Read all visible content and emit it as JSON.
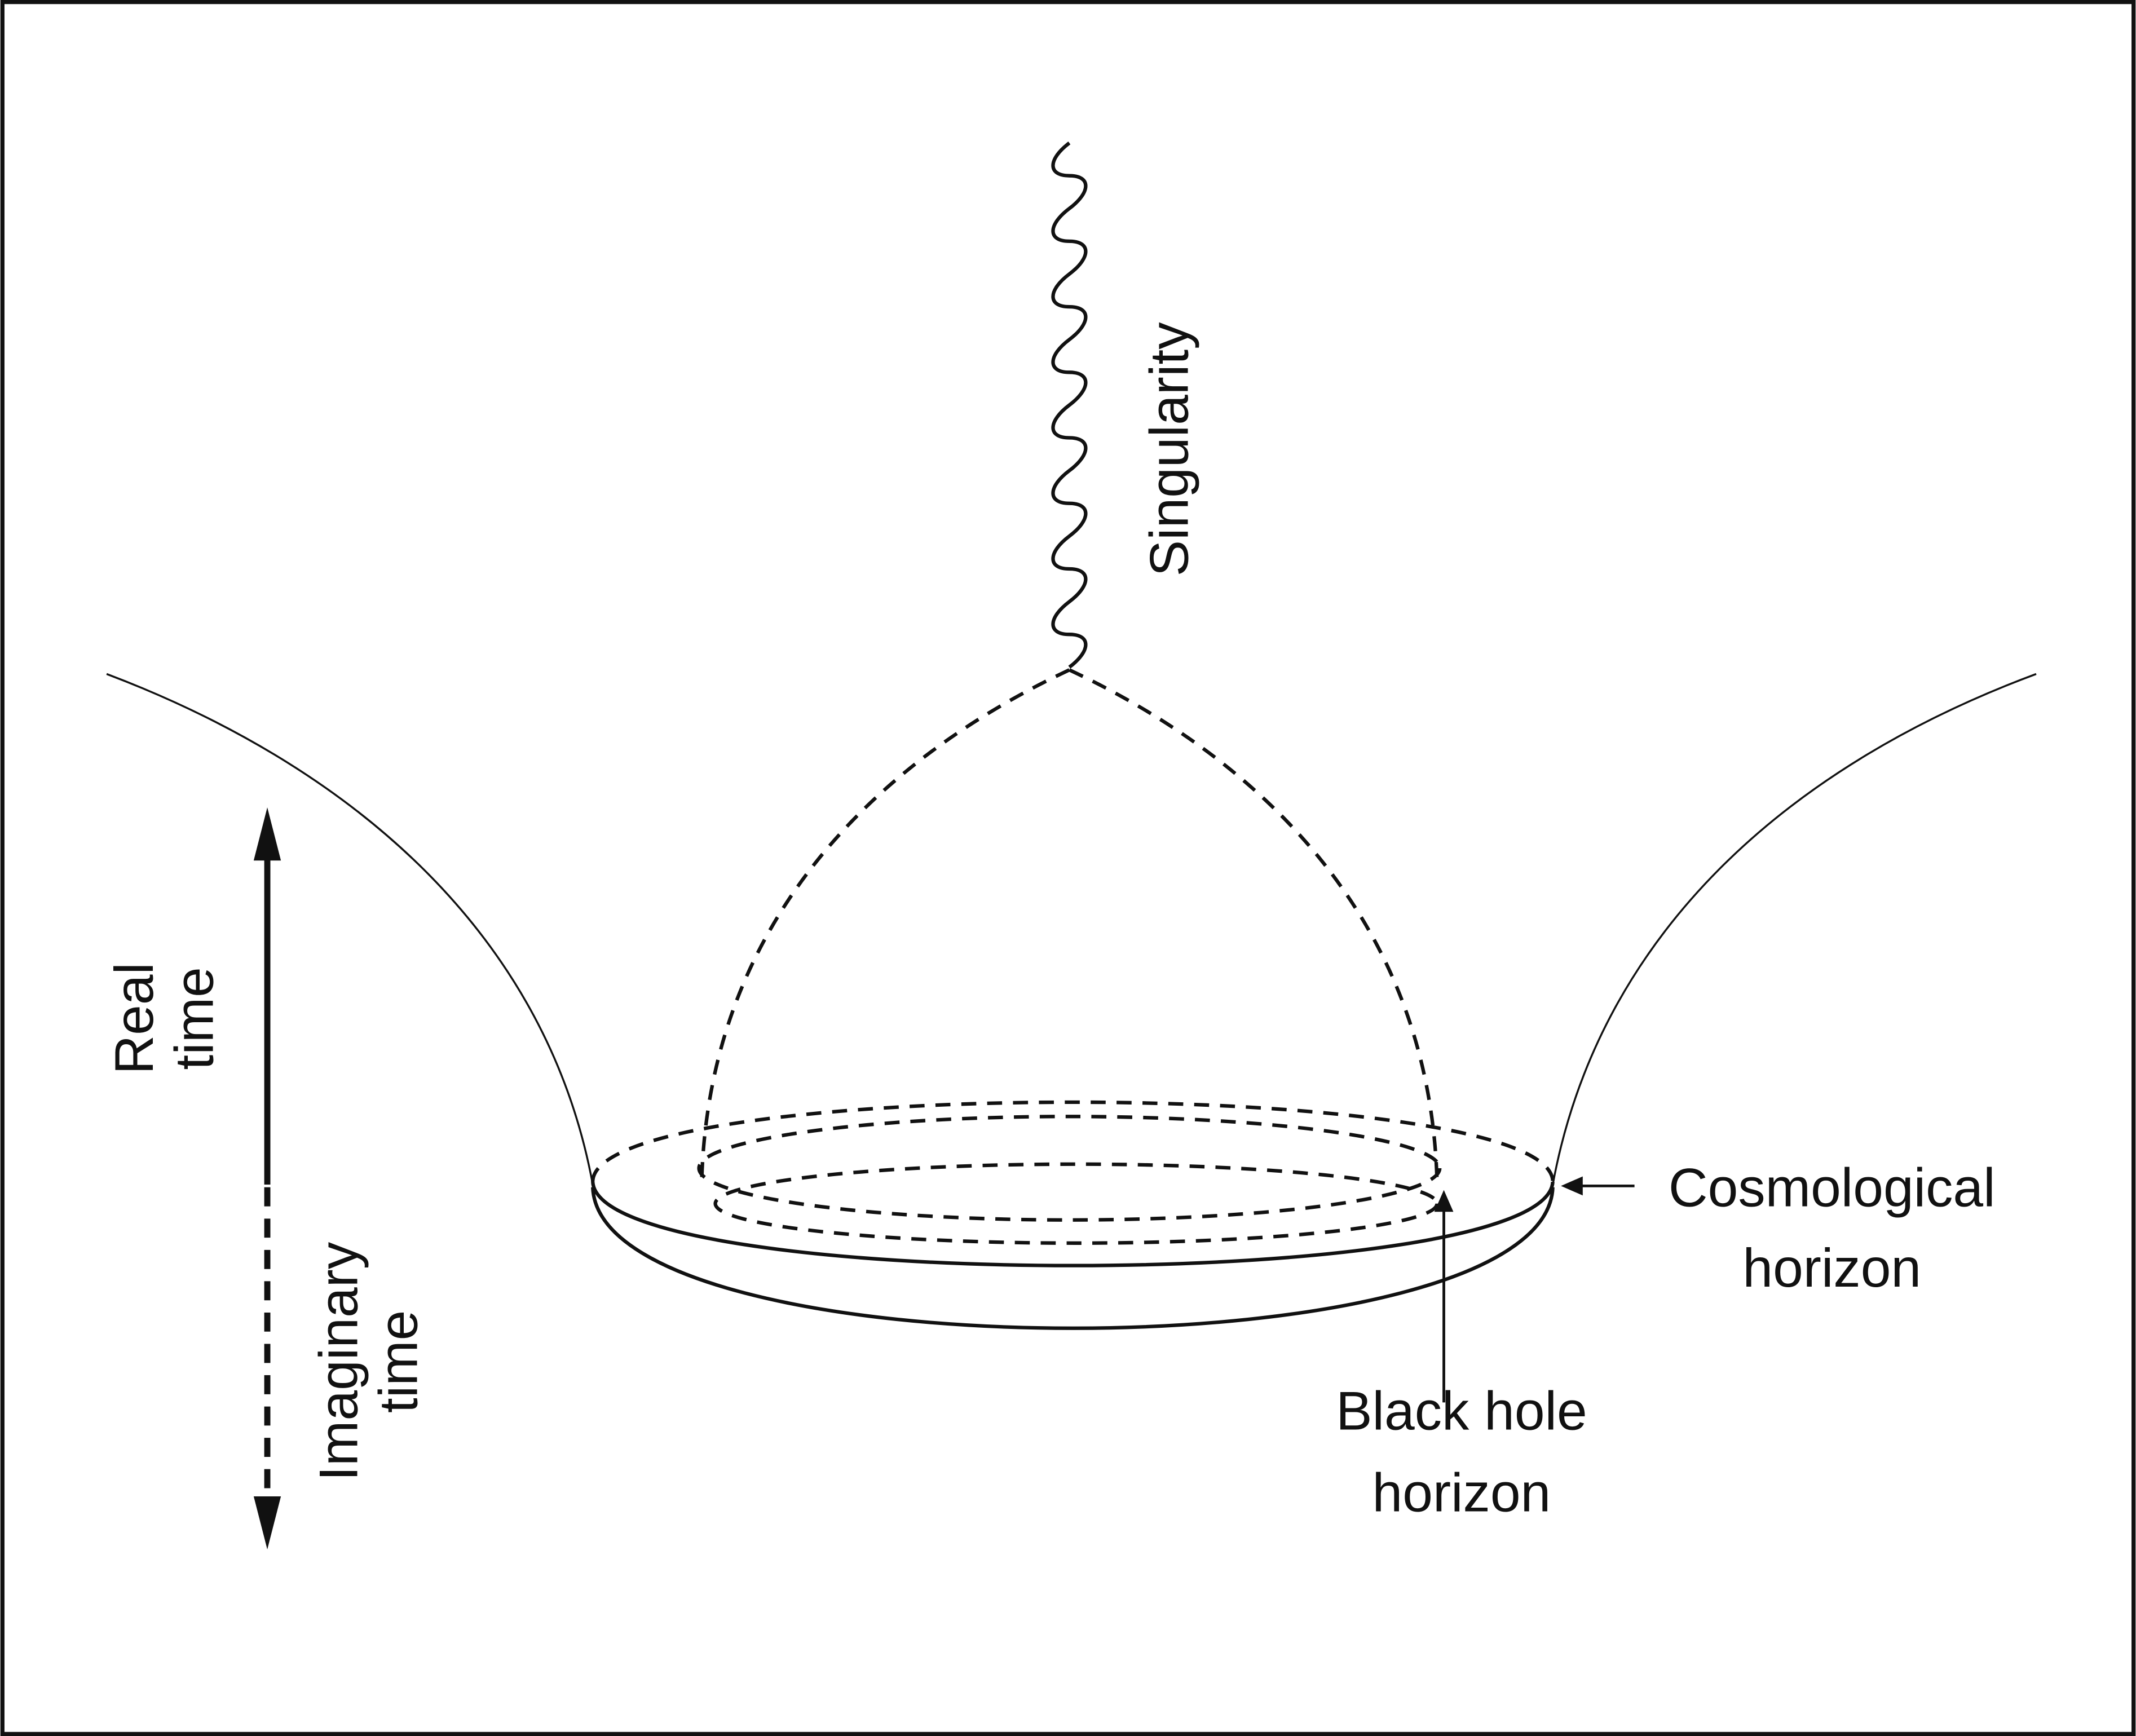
{
  "labels": {
    "singularity": "Singularity",
    "real_time": [
      "Real",
      "time"
    ],
    "imaginary_time": [
      "Imaginary",
      "time"
    ],
    "cosmological_horizon": [
      "Cosmological",
      "horizon"
    ],
    "black_hole_horizon": [
      "Black hole",
      "horizon"
    ]
  }
}
